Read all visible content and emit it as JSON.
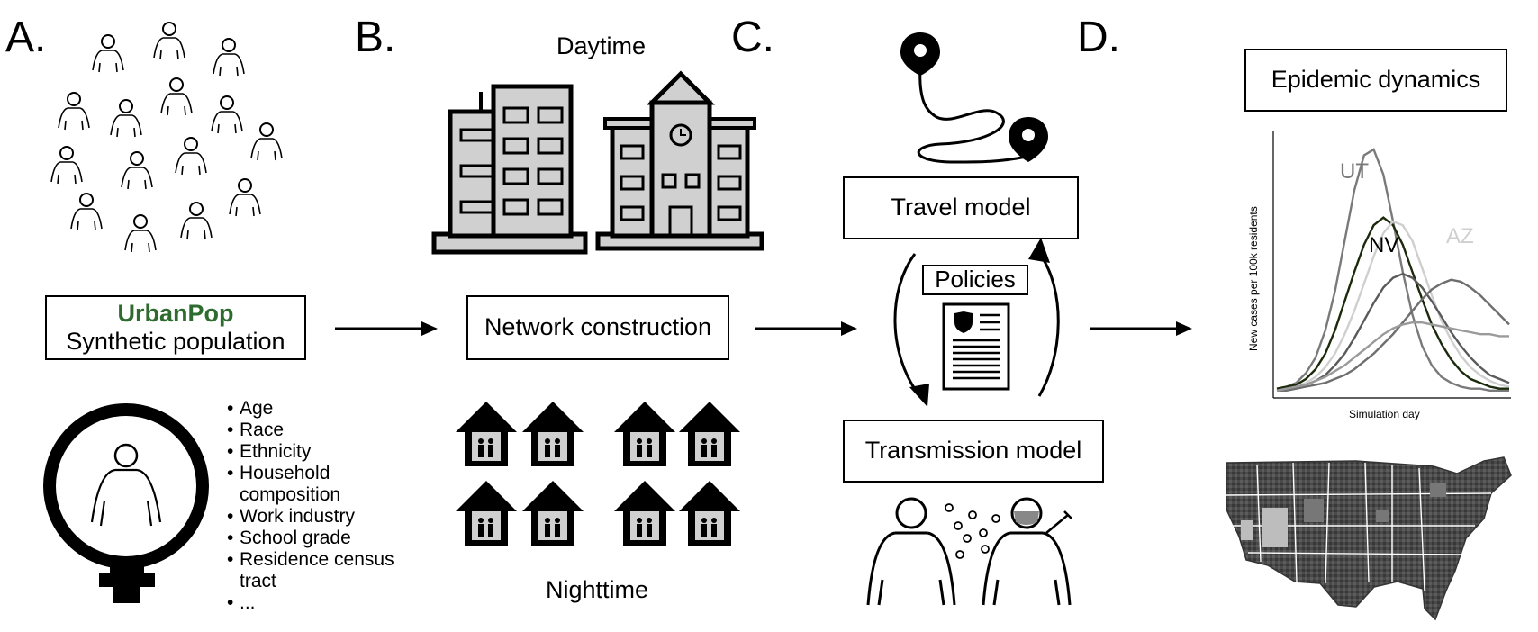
{
  "panels": {
    "a": {
      "letter": "A."
    },
    "b": {
      "letter": "B."
    },
    "c": {
      "letter": "C."
    },
    "d": {
      "letter": "D."
    }
  },
  "population": {
    "brand": "UrbanPop",
    "title": "Synthetic population",
    "brand_color": "#2e6b2e",
    "attributes": [
      "Age",
      "Race",
      "Ethnicity",
      "Household composition",
      "Work industry",
      "School grade",
      "Residence census tract",
      "..."
    ]
  },
  "network": {
    "daytime": "Daytime",
    "box": "Network construction",
    "nighttime": "Nighttime"
  },
  "models": {
    "travel": "Travel model",
    "policies": "Policies",
    "transmission": "Transmission model"
  },
  "dynamics": {
    "title": "Epidemic dynamics",
    "ylabel": "New cases per 100k residents",
    "xlabel": "Simulation day",
    "labels": {
      "ut": "UT",
      "nv": "NV",
      "az": "AZ"
    }
  },
  "chart_data": {
    "type": "line",
    "title": "",
    "xlabel": "Simulation day",
    "ylabel": "New cases per 100k residents",
    "x": [
      0,
      10,
      20,
      30,
      40,
      50,
      60,
      70,
      80,
      90,
      100,
      110,
      120,
      130,
      140,
      150,
      160,
      170,
      180,
      190,
      200,
      210,
      220,
      230,
      240
    ],
    "series": [
      {
        "name": "UT",
        "color": "#7a7a7a",
        "values": [
          2,
          3,
          5,
          10,
          18,
          32,
          52,
          78,
          104,
          122,
          125,
          112,
          88,
          62,
          40,
          24,
          14,
          8,
          5,
          3,
          2,
          2,
          1,
          1,
          1
        ]
      },
      {
        "name": "NV",
        "color": "#1a2a0a",
        "values": [
          2,
          3,
          4,
          7,
          12,
          20,
          32,
          47,
          62,
          76,
          86,
          90,
          86,
          76,
          62,
          48,
          35,
          25,
          17,
          11,
          7,
          5,
          3,
          2,
          2
        ]
      },
      {
        "name": "AZ",
        "color": "#cfcfcf",
        "values": [
          1,
          2,
          3,
          5,
          8,
          13,
          20,
          30,
          42,
          56,
          70,
          82,
          88,
          86,
          78,
          64,
          50,
          37,
          27,
          19,
          13,
          9,
          6,
          4,
          3
        ]
      },
      {
        "name": "",
        "color": "#5a5a5a",
        "values": [
          1,
          2,
          3,
          4,
          6,
          9,
          14,
          20,
          28,
          37,
          46,
          54,
          59,
          61,
          59,
          54,
          47,
          39,
          31,
          24,
          18,
          13,
          9,
          7,
          5
        ]
      },
      {
        "name": "",
        "color": "#6e6e6e",
        "values": [
          1,
          1,
          2,
          3,
          4,
          5,
          7,
          9,
          12,
          16,
          20,
          25,
          30,
          36,
          42,
          48,
          53,
          56,
          58,
          57,
          54,
          50,
          45,
          40,
          35
        ]
      },
      {
        "name": "",
        "color": "#9a9a9a",
        "values": [
          1,
          2,
          3,
          4,
          6,
          8,
          11,
          14,
          18,
          22,
          26,
          30,
          33,
          35,
          36,
          36,
          35,
          34,
          33,
          32,
          31,
          30,
          30,
          29,
          29
        ]
      }
    ],
    "grid": false,
    "legend": "none"
  },
  "map": {
    "description_color": "#555555"
  }
}
